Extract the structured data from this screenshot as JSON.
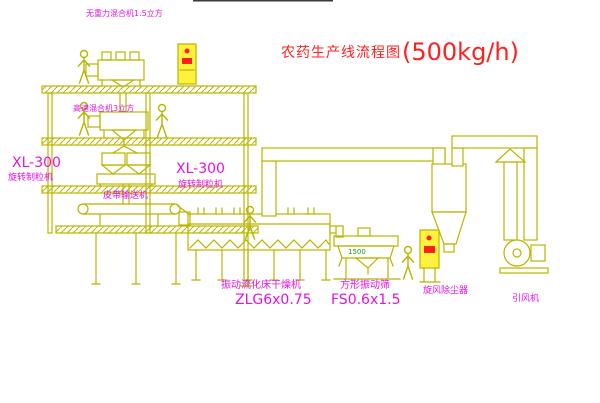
{
  "title": {
    "cn": "农药生产线流程图",
    "capacity": "(500kg/h)"
  },
  "labels": {
    "mixer1": "无重力混合机1.5立方",
    "mixer2": "高速混合机3立方",
    "granulator_left_model": "XL-300",
    "granulator_left_name": "旋转制粒机",
    "granulator_mid_model": "XL-300",
    "granulator_mid_name": "旋转制粒机",
    "conveyor": "皮带输送机",
    "dryer_name": "振动流化床干燥机",
    "dryer_model": "ZLG6x0.75",
    "sieve_name": "方形振动筛",
    "sieve_model": "FS0.6x1.5",
    "cyclone": "旋风除尘器",
    "fan": "引风机",
    "dim_sieve": "1500"
  },
  "colors": {
    "line": "#b9b400",
    "label": "#e511e5",
    "title": "#ff1f1f",
    "panel": "#fff23d",
    "dim": "#12a312"
  }
}
